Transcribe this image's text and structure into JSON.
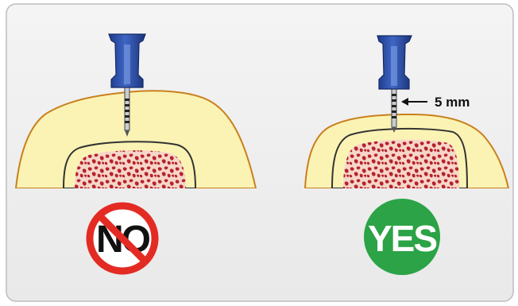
{
  "left_panel": {
    "verdict": "NO"
  },
  "right_panel": {
    "measurement": "5 mm",
    "verdict": "YES"
  },
  "colors": {
    "skin": "#fbf3b4",
    "skin_outline": "#c9801e",
    "marrow": "#b5232a",
    "marrow_bg": "#f7d6c9",
    "needle_hub": "#2d4fa8",
    "no_red": "#e32b23",
    "yes_green": "#2ba346"
  }
}
